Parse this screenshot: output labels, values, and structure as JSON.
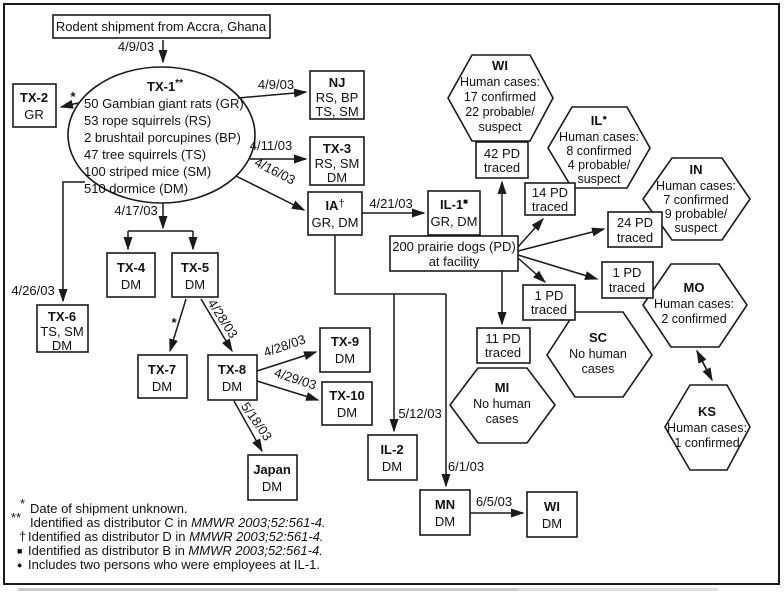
{
  "shipment": {
    "label": "Rodent shipment from Accra, Ghana"
  },
  "ellipse": {
    "label": "TX-1",
    "marker": "**",
    "items": [
      "50 Gambian giant rats (GR)",
      "53 rope squirrels (RS)",
      "2 brushtail porcupines (BP)",
      "47 tree squirrels (TS)",
      "100 striped mice (SM)",
      "510 dormice (DM)"
    ]
  },
  "nodes": {
    "tx2": {
      "title": "TX-2",
      "lines": [
        "GR"
      ]
    },
    "nj": {
      "title": "NJ",
      "lines": [
        "RS, BP",
        "TS, SM"
      ]
    },
    "tx3": {
      "title": "TX-3",
      "lines": [
        "RS, SM",
        "DM"
      ]
    },
    "ia": {
      "title": "IA",
      "marker": "†",
      "lines": [
        "GR, DM"
      ]
    },
    "il1": {
      "title": "IL-1",
      "marker": "■",
      "lines": [
        "GR, DM"
      ]
    },
    "tx4": {
      "title": "TX-4",
      "lines": [
        "DM"
      ]
    },
    "tx5": {
      "title": "TX-5",
      "lines": [
        "DM"
      ]
    },
    "tx6": {
      "title": "TX-6",
      "lines": [
        "TS, SM",
        "DM"
      ]
    },
    "tx7": {
      "title": "TX-7",
      "lines": [
        "DM"
      ]
    },
    "tx8": {
      "title": "TX-8",
      "lines": [
        "DM"
      ]
    },
    "tx9": {
      "title": "TX-9",
      "lines": [
        "DM"
      ]
    },
    "tx10": {
      "title": "TX-10",
      "lines": [
        "DM"
      ]
    },
    "japan": {
      "title": "Japan",
      "lines": [
        "DM"
      ]
    },
    "il2": {
      "title": "IL-2",
      "lines": [
        "DM"
      ]
    },
    "mn": {
      "title": "MN",
      "lines": [
        "DM"
      ]
    },
    "wi": {
      "title": "WI",
      "lines": [
        "DM"
      ]
    }
  },
  "facility": {
    "lines": [
      "200 prairie dogs (PD)",
      "at facility"
    ]
  },
  "states": {
    "wi": {
      "title": "WI",
      "lines": [
        "Human cases:",
        "17 confirmed",
        "22 probable/",
        "suspect"
      ]
    },
    "il": {
      "title": "IL",
      "marker": "●",
      "lines": [
        "Human cases:",
        "8 confirmed",
        "4 probable/",
        "suspect"
      ]
    },
    "in": {
      "title": "IN",
      "lines": [
        "Human cases:",
        "7 confirmed",
        "9 probable/",
        "suspect"
      ]
    },
    "mo": {
      "title": "MO",
      "lines": [
        "Human cases:",
        "2 confirmed"
      ]
    },
    "sc": {
      "title": "SC",
      "lines": [
        "No human",
        "cases"
      ]
    },
    "mi": {
      "title": "MI",
      "lines": [
        "No human",
        "cases"
      ]
    },
    "ks": {
      "title": "KS",
      "lines": [
        "Human cases:",
        "1 confirmed"
      ]
    }
  },
  "traced": {
    "t42": {
      "lines": [
        "42 PD",
        "traced"
      ]
    },
    "t14": {
      "lines": [
        "14 PD",
        "traced"
      ]
    },
    "t24": {
      "lines": [
        "24 PD",
        "traced"
      ]
    },
    "t1a": {
      "lines": [
        "1 PD",
        "traced"
      ]
    },
    "t1b": {
      "lines": [
        "1 PD",
        "traced"
      ]
    },
    "t11": {
      "lines": [
        "11 PD",
        "traced"
      ]
    }
  },
  "dates": {
    "shipment": "4/9/03",
    "nj": "4/9/03",
    "tx3": "4/11/03",
    "ia": "4/16/03",
    "il1": "4/21/03",
    "tx45": "4/17/03",
    "tx6": "4/26/03",
    "tx2": "*",
    "tx7": "*",
    "tx8": "4/28/03",
    "tx9": "4/28/03",
    "tx10": "4/29/03",
    "japan": "5/18/03",
    "il2": "5/12/03",
    "mn": "6/1/03",
    "wi": "6/5/03"
  },
  "footnotes": [
    {
      "marker": "*",
      "text": "Date of shipment unknown.",
      "ref": ""
    },
    {
      "marker": "**",
      "text": "Identified as distributor C in ",
      "ref": "MMWR 2003;52:561-4."
    },
    {
      "marker": "†",
      "text": "Identified as distributor D in ",
      "ref": "MMWR 2003;52:561-4."
    },
    {
      "marker": "■",
      "text": "Identified as distributor B in ",
      "ref": "MMWR 2003;52:561-4."
    },
    {
      "marker": "●",
      "text": "Includes two persons who were employees at IL-1.",
      "ref": ""
    }
  ]
}
